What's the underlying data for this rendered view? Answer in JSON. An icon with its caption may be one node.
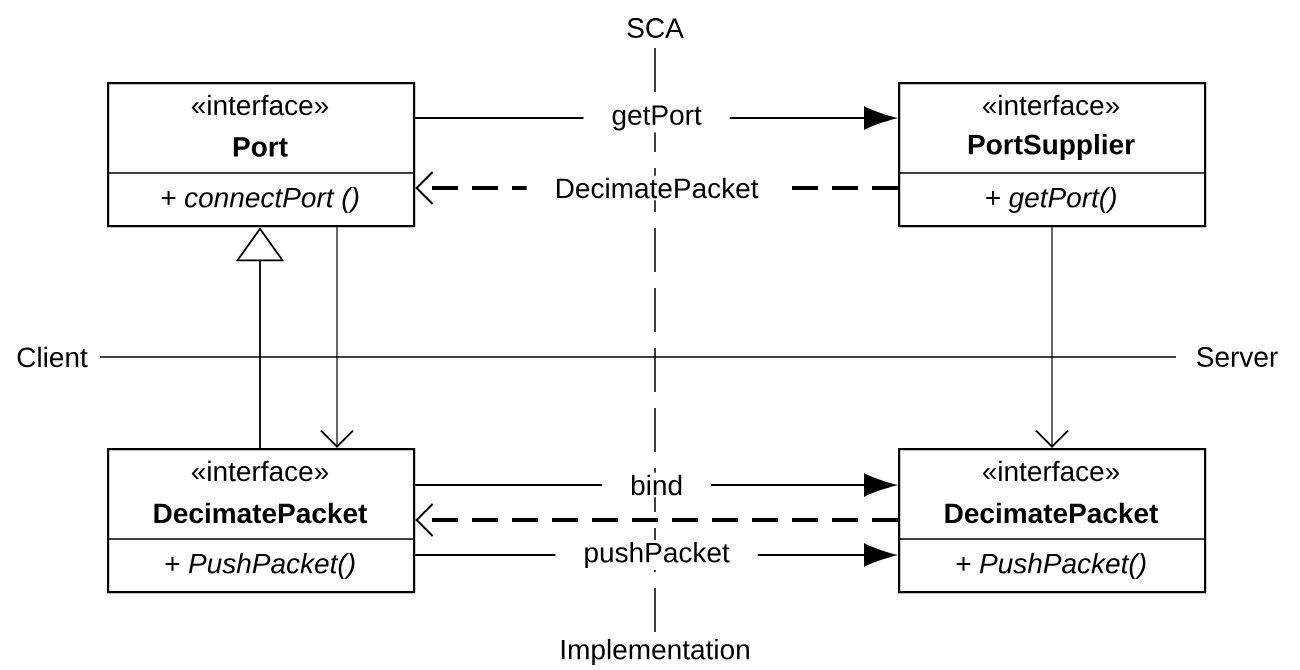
{
  "diagram": {
    "nodes": [
      {
        "text": [
          "«interface»",
          "Port",
          "+  connectPort ()"
        ]
      },
      {
        "text": [
          "«interface»",
          "PortSupplier",
          "+  getPort()"
        ]
      },
      {
        "text": [
          "«interface»",
          "DecimatePacket",
          "+  PushPacket()"
        ]
      },
      {
        "text": [
          "«interface»",
          "DecimatePacket",
          "+  PushPacket()"
        ]
      }
    ],
    "edges": [
      {
        "from": 0,
        "to": 1,
        "arrow": "to",
        "label": "getPort"
      },
      {
        "from": 1,
        "to": 0,
        "arrow": "to",
        "label": "DecimatePacket",
        "style": "dashed"
      },
      {
        "from": 2,
        "to": 0,
        "arrow": "to"
      },
      {
        "from": 0,
        "to": 2,
        "arrow": "to"
      },
      {
        "from": 1,
        "to": 3,
        "arrow": "to"
      },
      {
        "from": 2,
        "to": 3,
        "arrow": "to",
        "label": "bind"
      },
      {
        "from": 3,
        "to": 2,
        "arrow": "to",
        "style": "dashed"
      },
      {
        "from": 2,
        "to": 3,
        "arrow": "to",
        "label": "pushPacket"
      }
    ],
    "labels": [
      "SCA",
      "Client",
      "Server",
      "Implementation"
    ]
  }
}
